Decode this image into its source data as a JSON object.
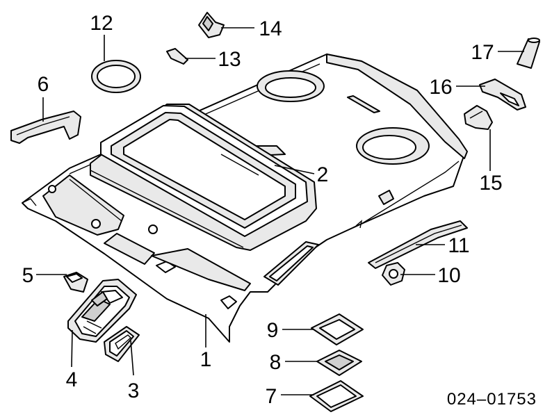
{
  "diagram_code": "024–01753",
  "callouts": [
    {
      "id": "1",
      "label": "1"
    },
    {
      "id": "2",
      "label": "2"
    },
    {
      "id": "3",
      "label": "3"
    },
    {
      "id": "4",
      "label": "4"
    },
    {
      "id": "5",
      "label": "5"
    },
    {
      "id": "6",
      "label": "6"
    },
    {
      "id": "7",
      "label": "7"
    },
    {
      "id": "8",
      "label": "8"
    },
    {
      "id": "9",
      "label": "9"
    },
    {
      "id": "10",
      "label": "10"
    },
    {
      "id": "11",
      "label": "11"
    },
    {
      "id": "12",
      "label": "12"
    },
    {
      "id": "13",
      "label": "13"
    },
    {
      "id": "14",
      "label": "14"
    },
    {
      "id": "15",
      "label": "15"
    },
    {
      "id": "16",
      "label": "16"
    },
    {
      "id": "17",
      "label": "17"
    }
  ]
}
